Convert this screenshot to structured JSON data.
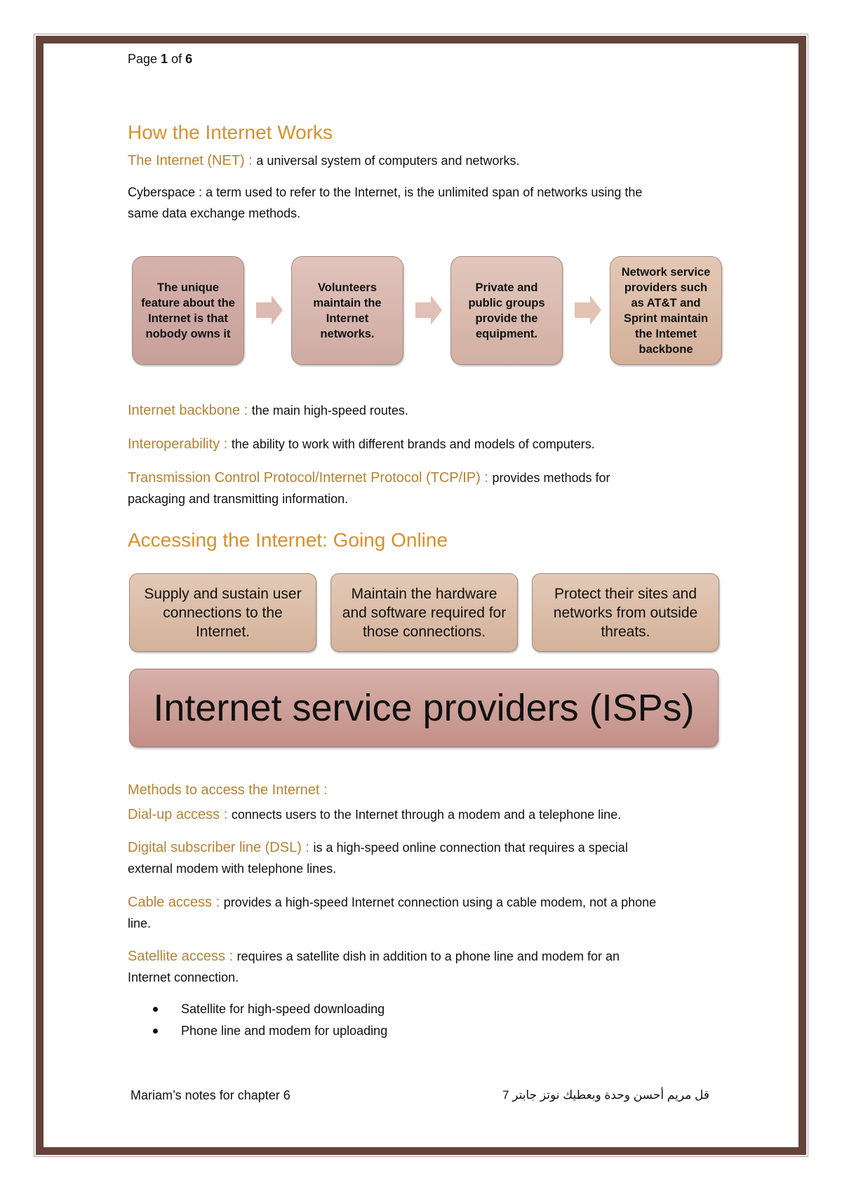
{
  "header": {
    "page_prefix": "Page ",
    "page_current": "1",
    "page_of": " of ",
    "page_total": "6"
  },
  "section1": {
    "title": "How the Internet Works",
    "definitions": [
      {
        "term": "The Internet (NET) : ",
        "text": "a universal system of computers and networks."
      },
      {
        "term": "Cyberspace : ",
        "text": "a term used to refer to the Internet, is the unlimited span of networks using the",
        "text2": "same data exchange methods."
      }
    ]
  },
  "process_diagram": {
    "steps": [
      {
        "label": "The unique feature about the Internet is that nobody owns it",
        "color_top": "#d6b2ad",
        "color_bottom": "#c8a09a"
      },
      {
        "label": "Volunteers maintain the Internet networks.",
        "color_top": "#e0c3bb",
        "color_bottom": "#cfaba2"
      },
      {
        "label": "Private and public groups provide the equipment.",
        "color_top": "#e2c7bc",
        "color_bottom": "#d2afa3"
      },
      {
        "label": "Network service providers such as AT&T and Sprint maintain the Intemet backbone",
        "color_top": "#e3c8b5",
        "color_bottom": "#d4b09a"
      }
    ],
    "arrow_color": "#deb9b1"
  },
  "section1_more": [
    {
      "term": "Internet backbone : ",
      "text": "the main high-speed routes."
    },
    {
      "term": "Interoperability  : ",
      "text": "the ability to work with different brands and models of computers."
    },
    {
      "term": "Transmission Control Protocol/Internet Protocol (TCP/IP) : ",
      "text": "provides methods for",
      "text2": "packaging and transmitting information."
    }
  ],
  "section2": {
    "title": "Accessing the Internet: Going Online",
    "isp_roles": [
      "Supply and sustain user connections to the Internet.",
      "Maintain the hardware and software required for those connections.",
      "Protect their sites and networks from outside threats."
    ],
    "isp_label": "Internet service providers (ISPs)"
  },
  "methods": {
    "title": "Methods to access the Internet :",
    "items": [
      {
        "term": "Dial-up access : ",
        "text": "connects users to the Internet through a modem and a telephone line."
      },
      {
        "term": "Digital subscriber line (DSL) : ",
        "text": "is a high-speed online connection that requires a special",
        "text2": "external modem with telephone lines."
      },
      {
        "term": "Cable access : ",
        "text": "provides a high-speed Internet connection using a cable modem, not a phone",
        "text2": "line."
      },
      {
        "term": "Satellite access : ",
        "text": "requires a satellite dish in addition to a phone line and modem for an",
        "text2": "Internet connection."
      }
    ],
    "bullets": [
      "Satellite for high-speed downloading",
      "Phone line and modem for uploading"
    ]
  },
  "footer": {
    "left": "Mariam’s notes  for chapter 6",
    "right": "قل مريم أحسن وحدة وبعطيك نوتز جابتر 7"
  },
  "colors": {
    "heading": "#d98f2b",
    "term": "#b88133",
    "border": "#65433b"
  }
}
